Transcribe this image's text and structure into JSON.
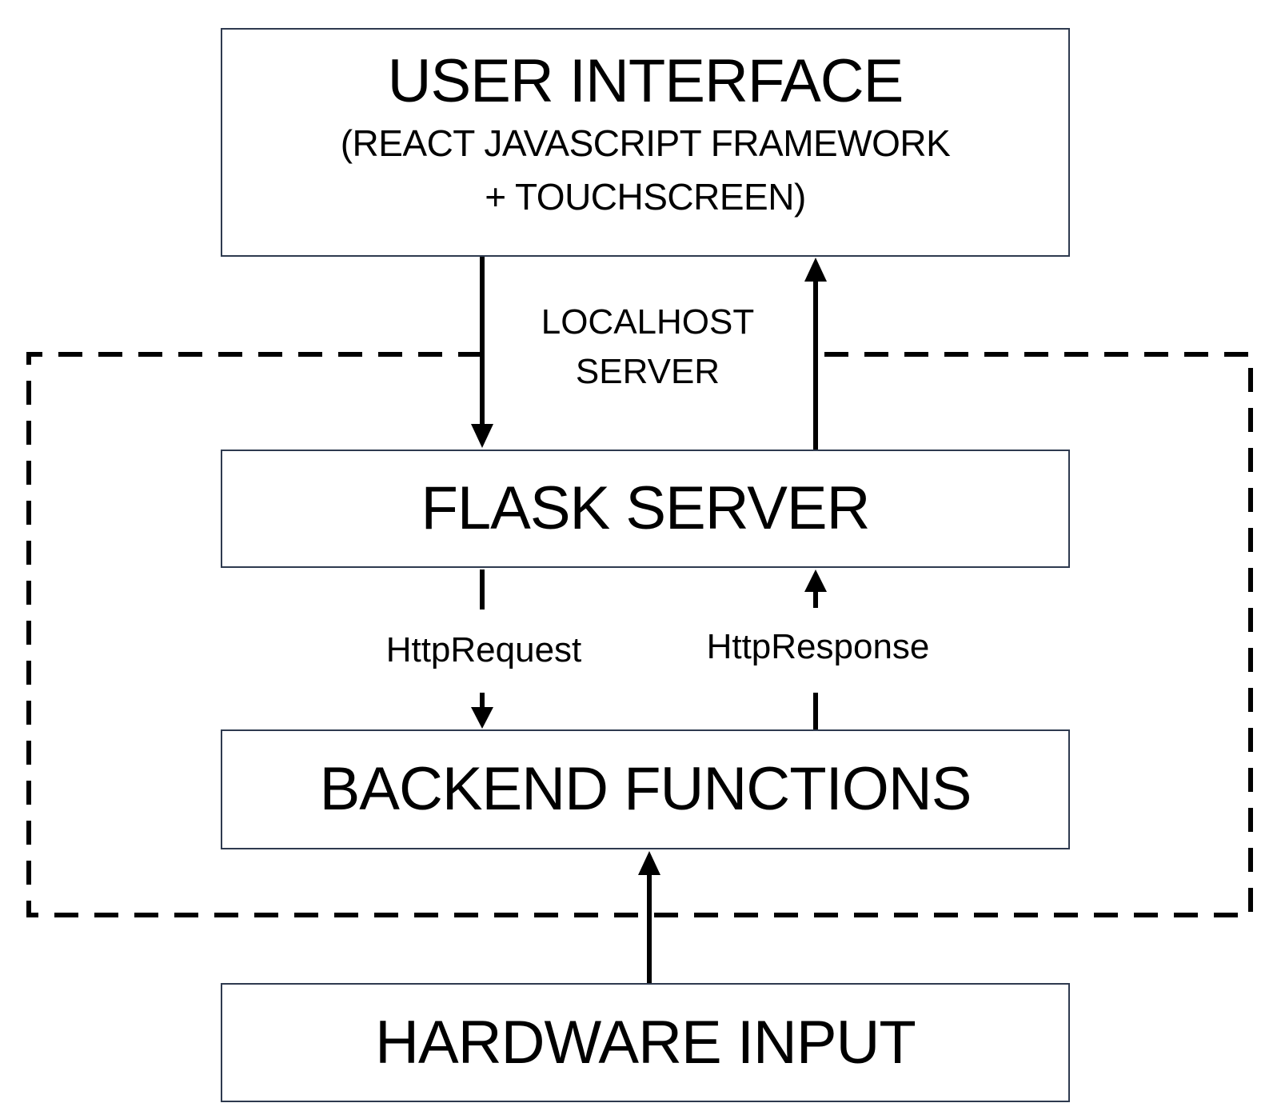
{
  "diagram": {
    "user_interface": {
      "title": "USER INTERFACE",
      "subtitle_line1": "(REACT JAVASCRIPT FRAMEWORK",
      "subtitle_line2": "+ TOUCHSCREEN)"
    },
    "localhost_label": {
      "line1": "LOCALHOST",
      "line2": "SERVER"
    },
    "flask_server": {
      "title": "FLASK SERVER"
    },
    "http_request_label": "HttpRequest",
    "http_response_label": "HttpResponse",
    "backend_functions": {
      "title": "BACKEND FUNCTIONS"
    },
    "hardware_input": {
      "title": "HARDWARE INPUT"
    }
  }
}
